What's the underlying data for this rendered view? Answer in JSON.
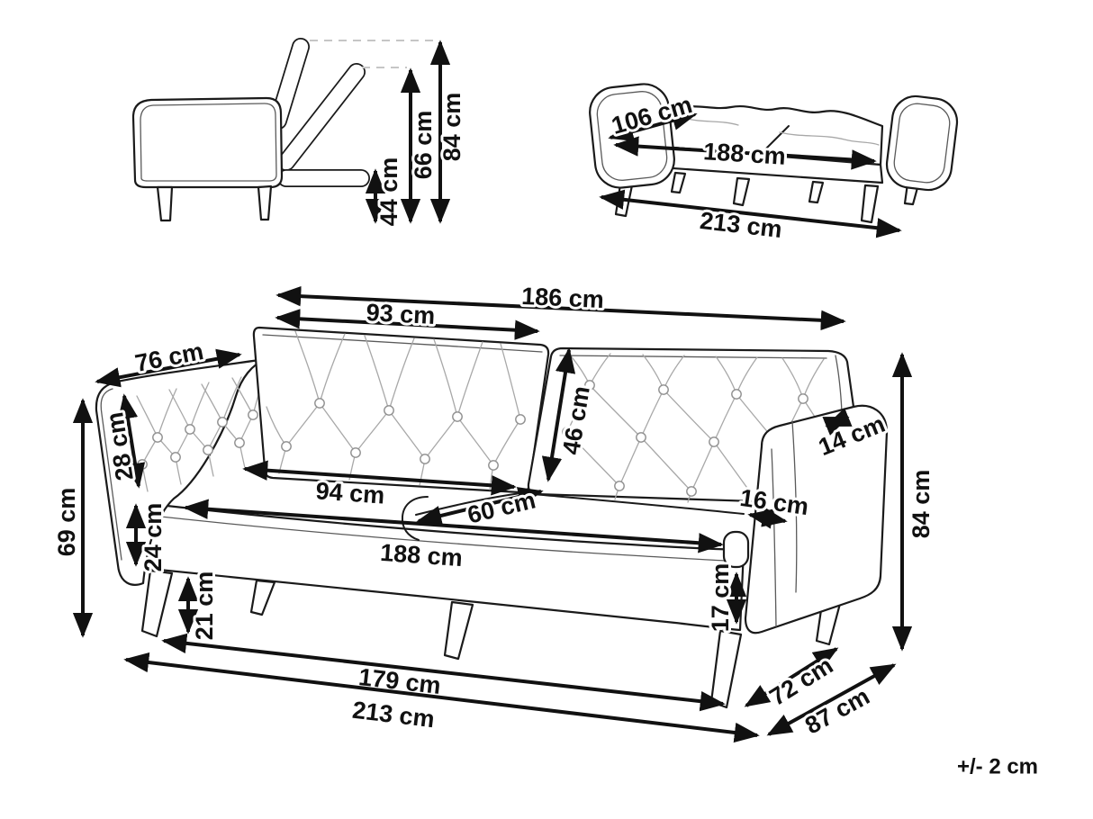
{
  "diagram": {
    "type": "product-dimension-diagram",
    "subject": "sofa-bed",
    "unit": "cm",
    "tolerance_note": "+/- 2 cm",
    "colors": {
      "line": "#1a1a1a",
      "dimension": "#111111",
      "tufting": "#a8a8a8",
      "dashed_guide": "#c6c6c6",
      "background": "#ffffff"
    }
  },
  "views": {
    "side_profile": {
      "dims": {
        "seat_height": "44 cm",
        "backrest_reclined_height": "66 cm",
        "total_height": "84 cm"
      }
    },
    "flat_bed": {
      "dims": {
        "mattress_depth": "106 cm",
        "mattress_length": "188 cm",
        "total_length": "213 cm"
      }
    },
    "front_perspective": {
      "dims": {
        "back_total_width": "186 cm",
        "back_section_width": "93 cm",
        "armrest_length": "76 cm",
        "armrest_cushion_width": "28 cm",
        "backrest_height": "46 cm",
        "armrest_top_depth": "14 cm",
        "seat_section_width": "94 cm",
        "seat_fold_depth": "60 cm",
        "armrest_front_width": "16 cm",
        "seat_total_width": "188 cm",
        "base_front_height": "24 cm",
        "leg_height": "21 cm",
        "base_right_height": "17 cm",
        "armrest_height": "69 cm",
        "total_height": "84 cm",
        "inner_length": "179 cm",
        "total_length": "213 cm",
        "seat_depth": "72 cm",
        "total_depth": "87 cm"
      }
    }
  }
}
